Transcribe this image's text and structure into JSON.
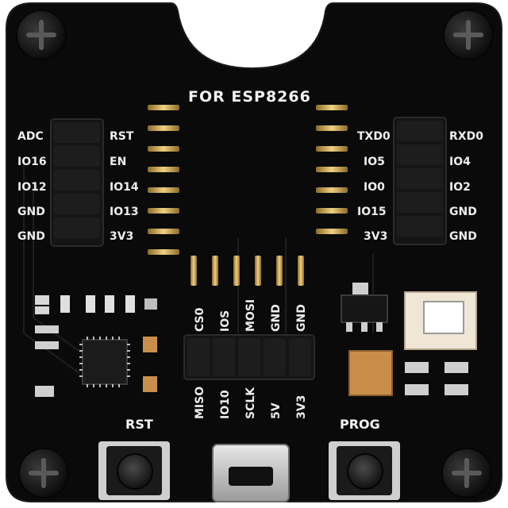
{
  "board": {
    "title": "FOR ESP8266",
    "left_header": {
      "outer_labels": [
        "ADC",
        "IO16",
        "IO12",
        "GND",
        "GND"
      ],
      "inner_labels": [
        "RST",
        "EN",
        "IO14",
        "IO13",
        "3V3"
      ]
    },
    "right_header": {
      "inner_labels": [
        "TXD0",
        "IO5",
        "IO0",
        "IO15",
        "3V3"
      ],
      "outer_labels": [
        "RXD0",
        "IO4",
        "IO2",
        "GND",
        "GND"
      ]
    },
    "spi_header": {
      "top_labels": [
        "CS0",
        "IOS",
        "MOSI",
        "GND",
        "GND"
      ],
      "bottom_labels": [
        "MISO",
        "IO10",
        "SCLK",
        "5V",
        "3V3"
      ]
    },
    "buttons": {
      "rst_label": "RST",
      "prog_label": "PROG"
    },
    "icons": [
      "screw-icon",
      "pin-header-icon",
      "tactile-button-icon",
      "micro-usb-icon",
      "ic-chip-icon",
      "switch-icon"
    ],
    "colors": {
      "pcb": "#0a0a0a",
      "silkscreen": "#f2f2f2",
      "gold": "#c9a24a",
      "capacitor": "#c98f4a",
      "switch": "#efe6d6"
    }
  }
}
